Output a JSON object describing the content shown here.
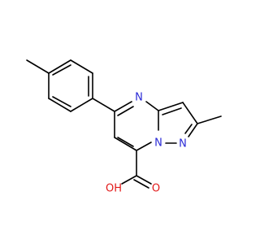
{
  "molecule": {
    "atoms": [
      {
        "id": "n4",
        "label": "N",
        "color": "#2a2ad6"
      },
      {
        "id": "n1",
        "label": "N",
        "color": "#2a2ad6"
      },
      {
        "id": "n7a",
        "label": "N",
        "color": "#2a2ad6"
      },
      {
        "id": "o_carbonyl",
        "label": "O",
        "color": "#e21a1a"
      },
      {
        "id": "o_hydroxyl",
        "label": "OH",
        "color": "#e21a1a"
      }
    ],
    "bond_color": "#000000"
  }
}
